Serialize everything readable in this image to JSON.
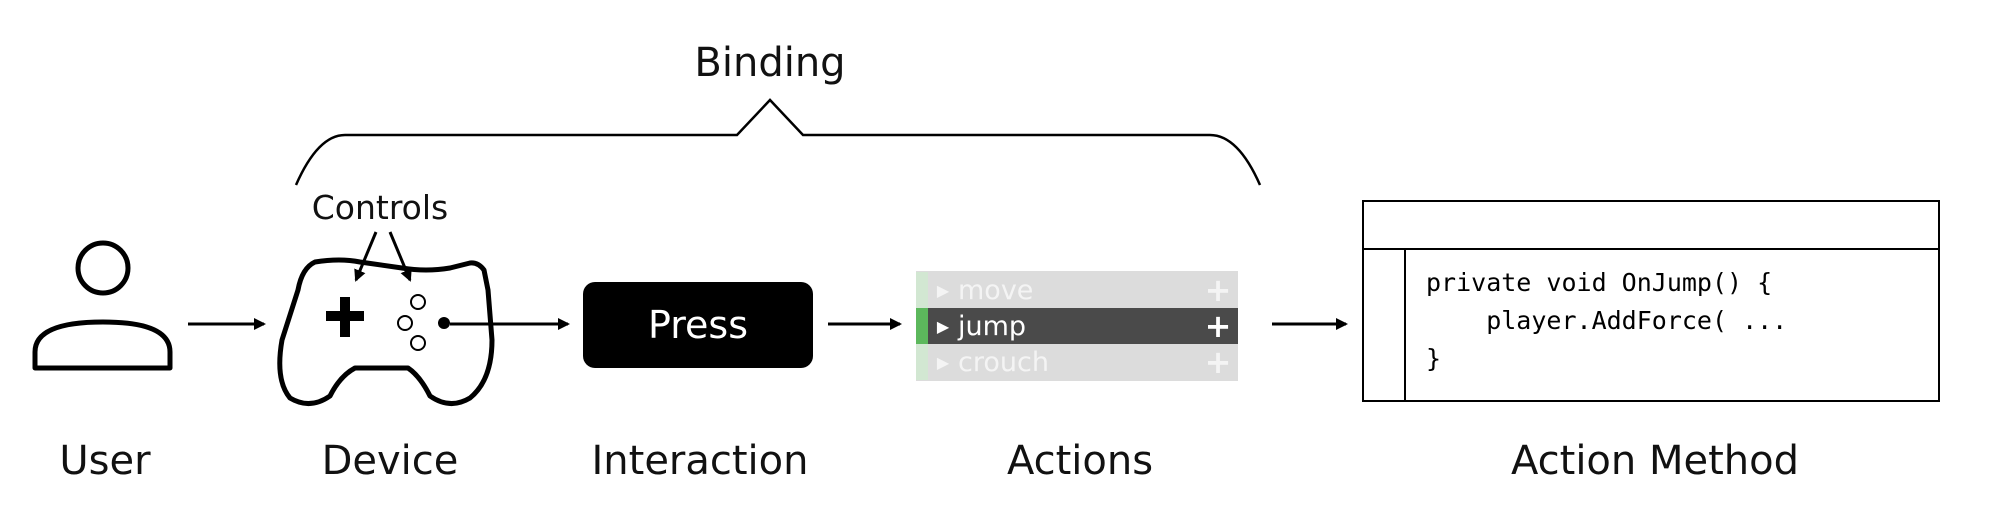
{
  "binding_label": "Binding",
  "controls_label": "Controls",
  "stages": {
    "user": "User",
    "device": "Device",
    "interaction": "Interaction",
    "actions": "Actions",
    "action_method": "Action Method"
  },
  "interaction_box": {
    "label": "Press"
  },
  "actions_list": [
    {
      "name": "move",
      "selected": false,
      "add_glyph": "+"
    },
    {
      "name": "jump",
      "selected": true,
      "add_glyph": "+"
    },
    {
      "name": "crouch",
      "selected": false,
      "add_glyph": "+"
    }
  ],
  "code": {
    "line1": "private void OnJump() {",
    "line2": "    player.AddForce( ...",
    "line3": "}"
  },
  "icons": [
    "user-icon",
    "gamepad-icon",
    "arrow-right-icon",
    "expand-triangle-icon",
    "plus-icon"
  ],
  "colors": {
    "selected_row": "#4a4a4a",
    "selected_marker": "#5cb85c",
    "panel_bg": "#dcdcdc"
  }
}
